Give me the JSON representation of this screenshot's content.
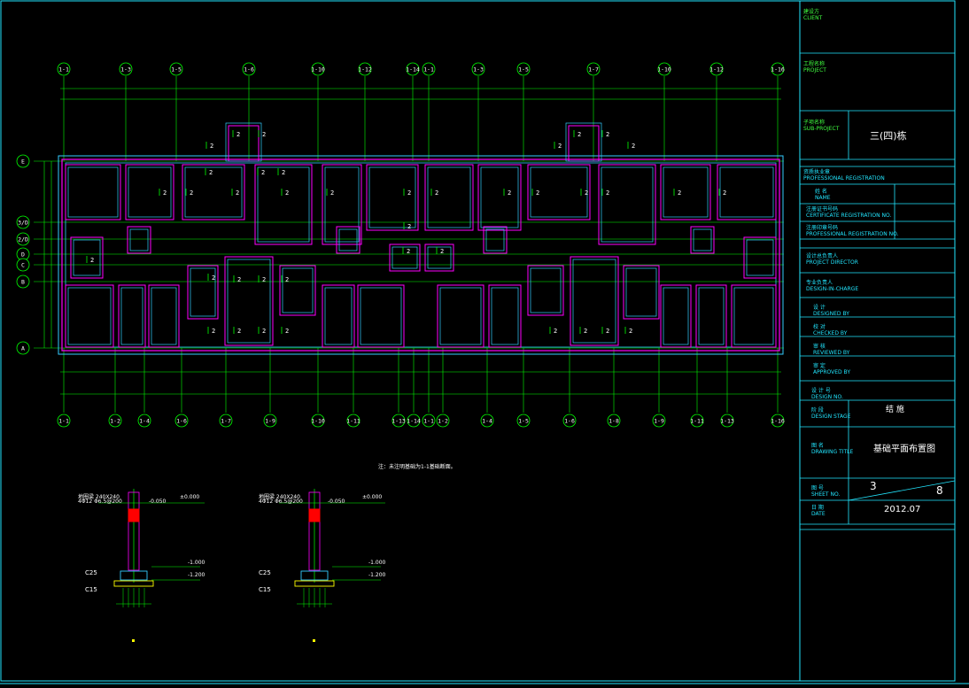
{
  "colors": {
    "background": "#000000",
    "axis_line": "#00ff00",
    "wall": "#ff00ff",
    "footing": "#33ccff",
    "frame": "#22e6ff",
    "text": "#ffffff",
    "section_column": "#ff0000",
    "section_footing": "#ffff00"
  },
  "axes": {
    "top": [
      "1-1",
      "1-3",
      "1-5",
      "1-6",
      "1-10",
      "1-12",
      "1-14",
      "1-1",
      "1-3",
      "1-5",
      "1-7",
      "1-10",
      "1-12",
      "1-16"
    ],
    "bottom": [
      "1-1",
      "1-2",
      "1-4",
      "1-6",
      "1-7",
      "1-9",
      "1-10",
      "1-11",
      "1-13",
      "1-14",
      "1-1",
      "1-2",
      "1-4",
      "1-5",
      "1-6",
      "1-8",
      "1-9",
      "1-11",
      "1-13",
      "1-16"
    ],
    "left": [
      "E",
      "3/D",
      "2/D",
      "D",
      "C",
      "B",
      "A"
    ]
  },
  "footing_tag": "2",
  "note": "注：未注明基础为1-1基础断面。",
  "section": {
    "beam": "地圈梁 240X240",
    "beam_rebar": "4Φ12 Φ6.5@200",
    "concrete_footing": "C25",
    "concrete_pad": "C15",
    "levels": [
      "±0.000",
      "-0.050",
      "-1.000",
      "-1.200"
    ]
  },
  "title_block": {
    "owner_label": "建设方",
    "owner_en": "CLIENT",
    "project_label": "工程名称",
    "project_en": "PROJECT",
    "subproject_label": "子项名称",
    "subproject_en": "SUB-PROJECT",
    "subproject_value": "三(四)栋",
    "qualification_label": "资质执业章",
    "qualification_en": "PROFESSIONAL REGISTRATION",
    "name_label": "姓  名",
    "name_en": "NAME",
    "cert_label": "注册证书号码",
    "cert_en": "CERTIFICATE REGISTRATION NO.",
    "seal_label": "注册印章号码",
    "seal_en": "PROFESSIONAL REGISTRATION NO.",
    "design_director": "设计总负责人",
    "design_director_en": "PROJECT DIRECTOR",
    "discipline_lead": "专业负责人",
    "discipline_lead_en": "DESIGN-IN-CHARGE",
    "designed": "设  计",
    "designed_en": "DESIGNED BY",
    "checked": "校  对",
    "checked_en": "CHECKED BY",
    "reviewed": "审  核",
    "reviewed_en": "REVIEWED BY",
    "approved": "审  定",
    "approved_en": "APPROVED BY",
    "design_no": "设 计 号",
    "design_no_en": "DESIGN NO.",
    "stage": "阶  段",
    "stage_en": "DESIGN STAGE",
    "stage_value": "结  施",
    "drawing_title_label": "图  名",
    "drawing_title_en": "DRAWING TITLE",
    "drawing_title": "基础平面布置图",
    "sheet_label": "图  号",
    "sheet_en": "SHEET NO.",
    "sheet_no": "3",
    "sheet_total": "8",
    "date_label": "日  期",
    "date_en": "DATE",
    "date": "2012.07"
  }
}
